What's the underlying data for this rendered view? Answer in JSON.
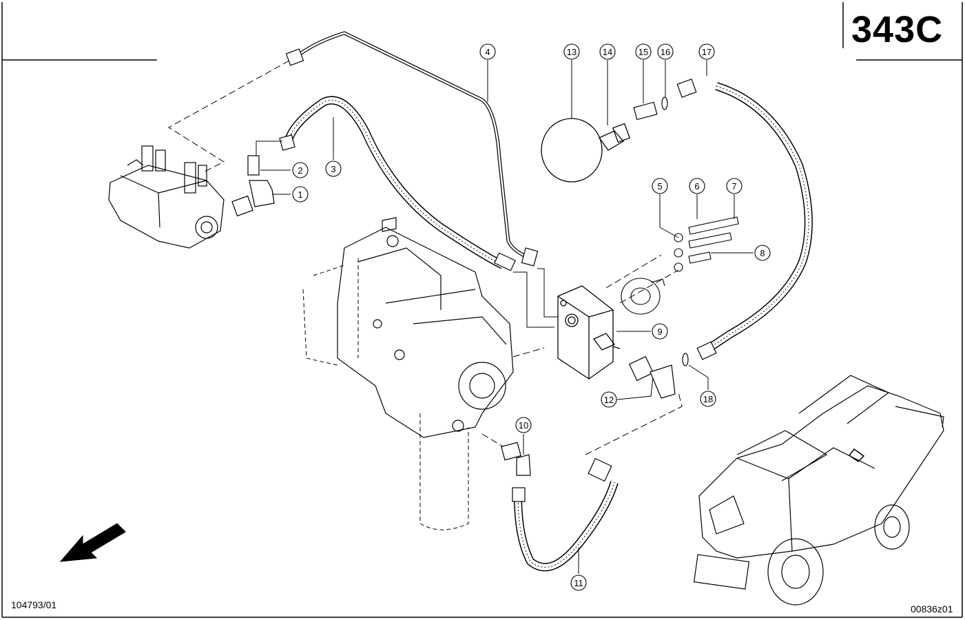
{
  "page_code": "343C",
  "drawing_ref_left": "104793/01",
  "drawing_ref_right": "00836z01",
  "callouts": [
    {
      "id": "c1",
      "label": "1"
    },
    {
      "id": "c2",
      "label": "2"
    },
    {
      "id": "c3",
      "label": "3"
    },
    {
      "id": "c4",
      "label": "4"
    },
    {
      "id": "c5",
      "label": "5"
    },
    {
      "id": "c6",
      "label": "6"
    },
    {
      "id": "c7",
      "label": "7"
    },
    {
      "id": "c8",
      "label": "8"
    },
    {
      "id": "c9",
      "label": "9"
    },
    {
      "id": "c10",
      "label": "10"
    },
    {
      "id": "c11",
      "label": "11"
    },
    {
      "id": "c12",
      "label": "12"
    },
    {
      "id": "c13",
      "label": "13"
    },
    {
      "id": "c14",
      "label": "14"
    },
    {
      "id": "c15",
      "label": "15"
    },
    {
      "id": "c16",
      "label": "16"
    },
    {
      "id": "c17",
      "label": "17"
    },
    {
      "id": "c18",
      "label": "18"
    }
  ]
}
